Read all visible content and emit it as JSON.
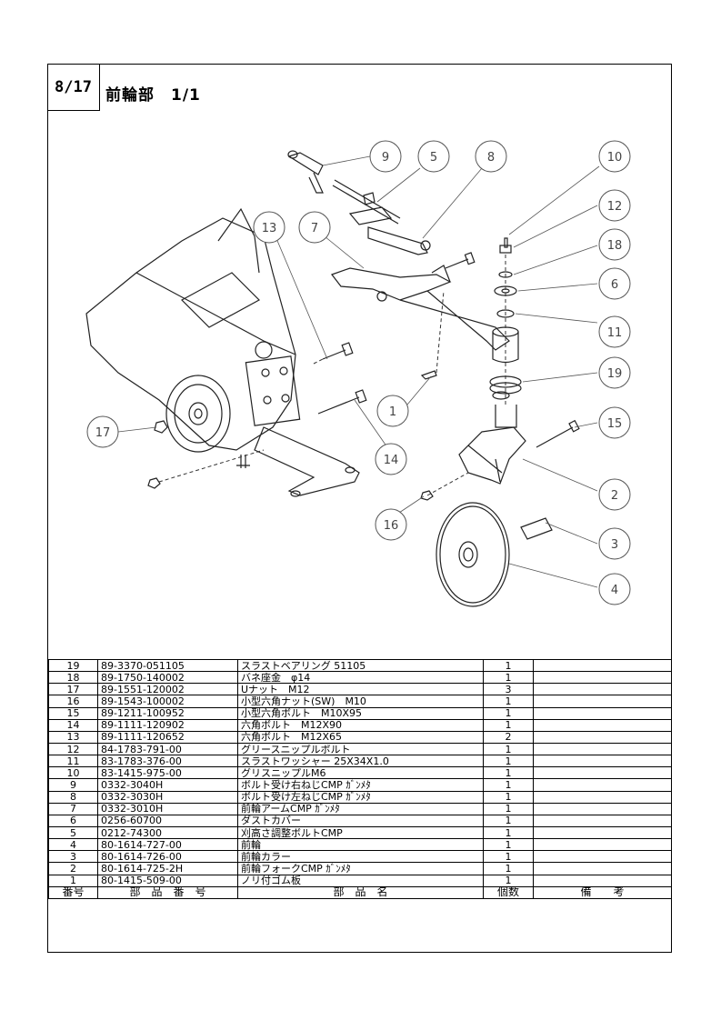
{
  "page": {
    "number": "8/17",
    "title": "前輪部　1/1"
  },
  "callouts": [
    "9",
    "5",
    "8",
    "10",
    "12",
    "18",
    "6",
    "11",
    "19",
    "15",
    "2",
    "3",
    "4",
    "13",
    "7",
    "1",
    "14",
    "16",
    "17"
  ],
  "table": {
    "headers": {
      "no": "番号",
      "part_number": "部　品　番　号",
      "name": "部　品　名",
      "qty": "個数",
      "remarks": "備　　考"
    },
    "rows": [
      {
        "no": "19",
        "part_number": "89-3370-051105",
        "name": "スラストベアリング 51105",
        "qty": "1",
        "remarks": ""
      },
      {
        "no": "18",
        "part_number": "89-1750-140002",
        "name": "バネ座金　φ14",
        "qty": "1",
        "remarks": ""
      },
      {
        "no": "17",
        "part_number": "89-1551-120002",
        "name": "Uナット　M12",
        "qty": "3",
        "remarks": ""
      },
      {
        "no": "16",
        "part_number": "89-1543-100002",
        "name": "小型六角ナット(SW)　M10",
        "qty": "1",
        "remarks": ""
      },
      {
        "no": "15",
        "part_number": "89-1211-100952",
        "name": "小型六角ボルト　M10X95",
        "qty": "1",
        "remarks": ""
      },
      {
        "no": "14",
        "part_number": "89-1111-120902",
        "name": "六角ボルト　M12X90",
        "qty": "1",
        "remarks": ""
      },
      {
        "no": "13",
        "part_number": "89-1111-120652",
        "name": "六角ボルト　M12X65",
        "qty": "2",
        "remarks": ""
      },
      {
        "no": "12",
        "part_number": "84-1783-791-00",
        "name": "グリースニップルボルト",
        "qty": "1",
        "remarks": ""
      },
      {
        "no": "11",
        "part_number": "83-1783-376-00",
        "name": "スラストワッシャー 25X34X1.0",
        "qty": "1",
        "remarks": ""
      },
      {
        "no": "10",
        "part_number": "83-1415-975-00",
        "name": "グリスニップルM6",
        "qty": "1",
        "remarks": ""
      },
      {
        "no": "9",
        "part_number": "0332-3040H",
        "name": "ボルト受け右ねじCMP ｶﾞﾝﾒﾀ",
        "qty": "1",
        "remarks": ""
      },
      {
        "no": "8",
        "part_number": "0332-3030H",
        "name": "ボルト受け左ねじCMP ｶﾞﾝﾒﾀ",
        "qty": "1",
        "remarks": ""
      },
      {
        "no": "7",
        "part_number": "0332-3010H",
        "name": "前輪アームCMP ｶﾞﾝﾒﾀ",
        "qty": "1",
        "remarks": ""
      },
      {
        "no": "6",
        "part_number": "0256-60700",
        "name": "ダストカバー",
        "qty": "1",
        "remarks": ""
      },
      {
        "no": "5",
        "part_number": "0212-74300",
        "name": "刈高さ調整ボルトCMP",
        "qty": "1",
        "remarks": ""
      },
      {
        "no": "4",
        "part_number": "80-1614-727-00",
        "name": "前輪",
        "qty": "1",
        "remarks": ""
      },
      {
        "no": "3",
        "part_number": "80-1614-726-00",
        "name": "前輪カラー",
        "qty": "1",
        "remarks": ""
      },
      {
        "no": "2",
        "part_number": "80-1614-725-2H",
        "name": "前輪フォークCMP ｶﾞﾝﾒﾀ",
        "qty": "1",
        "remarks": ""
      },
      {
        "no": "1",
        "part_number": "80-1415-509-00",
        "name": "ノリ付ゴム板",
        "qty": "1",
        "remarks": ""
      }
    ]
  }
}
